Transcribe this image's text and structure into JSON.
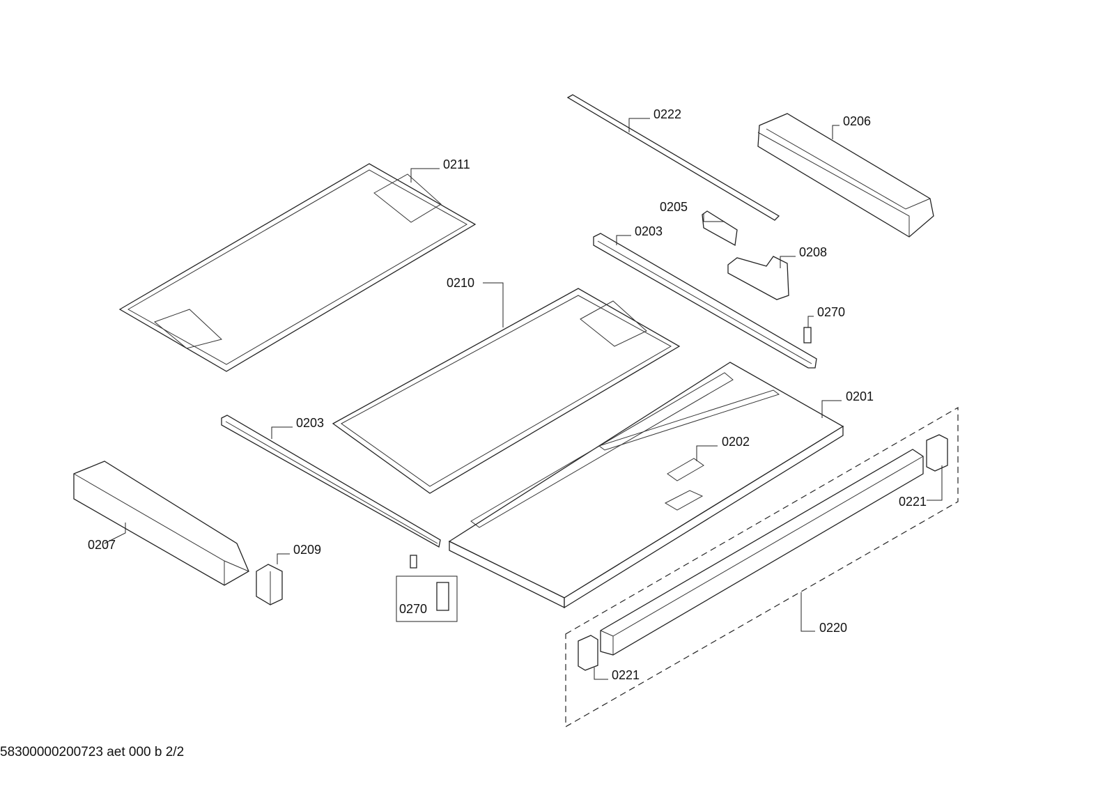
{
  "labels": {
    "p0222": "0222",
    "p0206": "0206",
    "p0211": "0211",
    "p0205": "0205",
    "p0203a": "0203",
    "p0208": "0208",
    "p0210": "0210",
    "p0270a": "0270",
    "p0201": "0201",
    "p0203b": "0203",
    "p0202": "0202",
    "p0221a": "0221",
    "p0207": "0207",
    "p0209": "0209",
    "p0270b": "0270",
    "p0220": "0220",
    "p0221b": "0221"
  },
  "footer": "58300000200723 aet 000 b 2/2"
}
